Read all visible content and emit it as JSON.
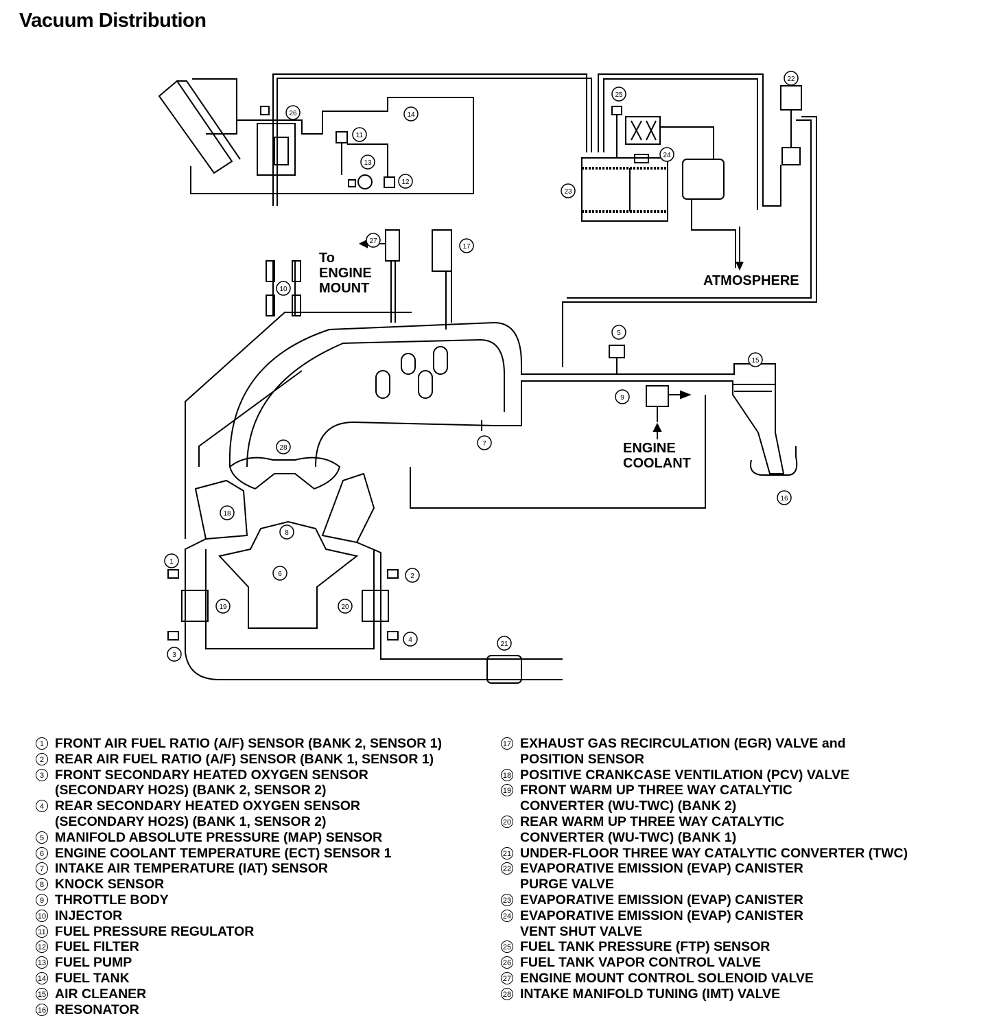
{
  "title": "Vacuum Distribution",
  "annotations": {
    "to_engine_mount": [
      "To",
      "ENGINE",
      "MOUNT"
    ],
    "atmosphere": "ATMOSPHERE",
    "engine_coolant": [
      "ENGINE",
      "COOLANT"
    ]
  },
  "callouts": [
    "1",
    "2",
    "3",
    "4",
    "5",
    "6",
    "7",
    "8",
    "9",
    "10",
    "11",
    "12",
    "13",
    "14",
    "15",
    "16",
    "17",
    "18",
    "19",
    "20",
    "21",
    "22",
    "23",
    "24",
    "25",
    "26",
    "27",
    "28"
  ],
  "legend_left": [
    {
      "num": "1",
      "text": "FRONT AIR FUEL RATIO (A/F) SENSOR (BANK 2, SENSOR 1)"
    },
    {
      "num": "2",
      "text": "REAR AIR FUEL RATIO (A/F) SENSOR (BANK 1, SENSOR 1)"
    },
    {
      "num": "3",
      "text": "FRONT SECONDARY HEATED OXYGEN SENSOR"
    },
    {
      "num": "",
      "text": "(SECONDARY HO2S) (BANK 2, SENSOR 2)"
    },
    {
      "num": "4",
      "text": "REAR SECONDARY HEATED OXYGEN SENSOR"
    },
    {
      "num": "",
      "text": "(SECONDARY HO2S) (BANK 1, SENSOR 2)"
    },
    {
      "num": "5",
      "text": "MANIFOLD ABSOLUTE PRESSURE (MAP) SENSOR"
    },
    {
      "num": "6",
      "text": "ENGINE COOLANT TEMPERATURE (ECT) SENSOR 1"
    },
    {
      "num": "7",
      "text": "INTAKE AIR TEMPERATURE (IAT) SENSOR"
    },
    {
      "num": "8",
      "text": "KNOCK SENSOR"
    },
    {
      "num": "9",
      "text": "THROTTLE BODY"
    },
    {
      "num": "10",
      "text": "INJECTOR"
    },
    {
      "num": "11",
      "text": "FUEL PRESSURE REGULATOR"
    },
    {
      "num": "12",
      "text": "FUEL FILTER"
    },
    {
      "num": "13",
      "text": "FUEL PUMP"
    },
    {
      "num": "14",
      "text": "FUEL TANK"
    },
    {
      "num": "15",
      "text": "AIR CLEANER"
    },
    {
      "num": "16",
      "text": "RESONATOR"
    }
  ],
  "legend_right": [
    {
      "num": "17",
      "text": "EXHAUST GAS RECIRCULATION (EGR) VALVE and"
    },
    {
      "num": "",
      "text": "POSITION SENSOR"
    },
    {
      "num": "18",
      "text": "POSITIVE CRANKCASE VENTILATION (PCV) VALVE"
    },
    {
      "num": "19",
      "text": "FRONT WARM UP THREE WAY CATALYTIC"
    },
    {
      "num": "",
      "text": "CONVERTER (WU-TWC) (BANK 2)"
    },
    {
      "num": "20",
      "text": "REAR WARM UP THREE WAY CATALYTIC"
    },
    {
      "num": "",
      "text": "CONVERTER (WU-TWC) (BANK 1)"
    },
    {
      "num": "21",
      "text": "UNDER-FLOOR THREE WAY CATALYTIC CONVERTER (TWC)"
    },
    {
      "num": "22",
      "text": "EVAPORATIVE EMISSION (EVAP) CANISTER"
    },
    {
      "num": "",
      "text": "PURGE VALVE"
    },
    {
      "num": "23",
      "text": "EVAPORATIVE EMISSION (EVAP) CANISTER"
    },
    {
      "num": "24",
      "text": "EVAPORATIVE EMISSION (EVAP) CANISTER"
    },
    {
      "num": "",
      "text": "VENT SHUT VALVE"
    },
    {
      "num": "25",
      "text": "FUEL TANK PRESSURE (FTP) SENSOR"
    },
    {
      "num": "26",
      "text": "FUEL TANK VAPOR CONTROL VALVE"
    },
    {
      "num": "27",
      "text": "ENGINE MOUNT CONTROL SOLENOID VALVE"
    },
    {
      "num": "28",
      "text": "INTAKE MANIFOLD TUNING (IMT) VALVE"
    }
  ]
}
